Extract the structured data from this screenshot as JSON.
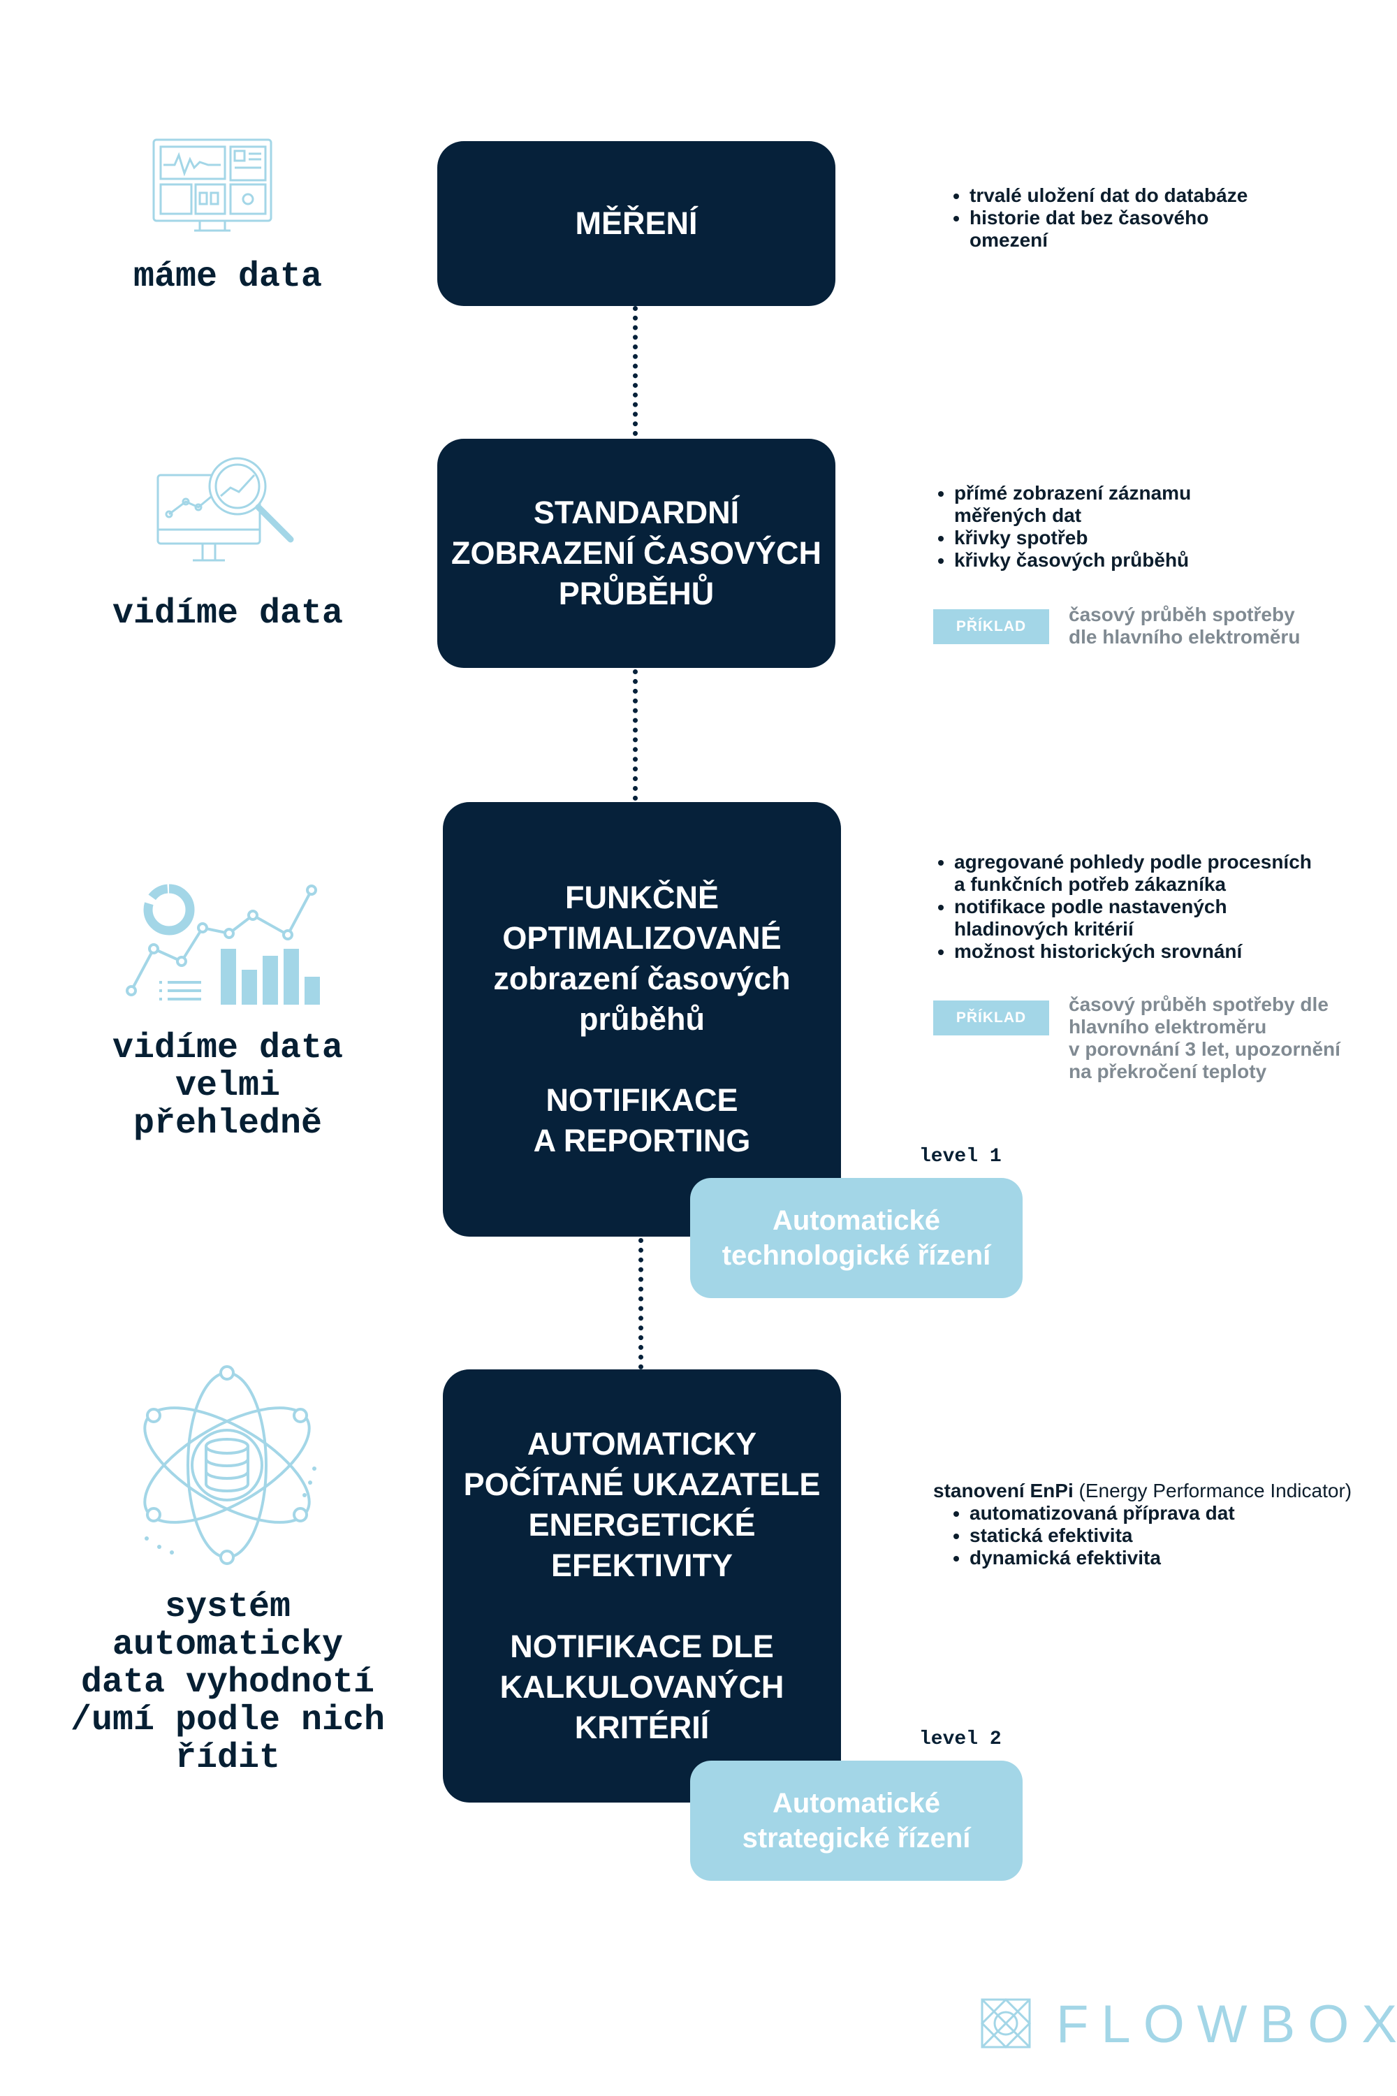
{
  "steps": [
    {
      "box_lines": [
        "MĚŘENÍ"
      ],
      "left_label": [
        "máme data"
      ],
      "bullets": [
        [
          "trvalé uložení dat do databáze"
        ],
        [
          "historie dat bez časového",
          "omezení"
        ]
      ]
    },
    {
      "box_lines": [
        "STANDARDNÍ",
        "ZOBRAZENÍ ČASOVÝCH",
        "PRŮBĚHŮ"
      ],
      "left_label": [
        "vidíme data"
      ],
      "bullets": [
        [
          "přímé zobrazení záznamu",
          "měřených dat"
        ],
        [
          "křivky spotřeb"
        ],
        [
          "křivky časových průběhů"
        ]
      ],
      "example_badge": "PŘÍKLAD",
      "example_text": [
        "časový průběh spotřeby",
        "dle hlavního elektroměru"
      ]
    },
    {
      "box_lines_a": [
        "FUNKČNĚ",
        "OPTIMALIZOVANÉ",
        "zobrazení časových",
        "průběhů"
      ],
      "box_lines_b": [
        "NOTIFIKACE",
        "A REPORTING"
      ],
      "left_label": [
        "vidíme data",
        "velmi",
        "přehledně"
      ],
      "bullets": [
        [
          "agregované pohledy podle procesních",
          "a funkčních potřeb zákazníka"
        ],
        [
          "notifikace podle nastavených",
          "hladinových kritérií"
        ],
        [
          "možnost historických srovnání"
        ]
      ],
      "example_badge": "PŘÍKLAD",
      "example_text": [
        "časový průběh spotřeby dle",
        "hlavního elektroměru",
        "v porovnání 3 let, upozornění",
        "na překročení teploty"
      ],
      "level_label": "level 1",
      "pill_lines": [
        "Automatické",
        "technologické řízení"
      ]
    },
    {
      "box_lines_a": [
        "AUTOMATICKY",
        "POČÍTANÉ UKAZATELE",
        "ENERGETICKÉ",
        "EFEKTIVITY"
      ],
      "box_lines_b": [
        "NOTIFIKACE DLE",
        "KALKULOVANÝCH",
        "KRITÉRIÍ"
      ],
      "left_label": [
        "systém",
        "automaticky",
        "data vyhodnotí",
        "/umí podle nich",
        "řídit"
      ],
      "enpi_bold": "stanovení EnPi",
      "enpi_normal": " (Energy Performance Indicator)",
      "bullets": [
        [
          "automatizovaná příprava dat"
        ],
        [
          "statická efektivita"
        ],
        [
          "dynamická efektivita"
        ]
      ],
      "level_label": "level 2",
      "pill_lines": [
        "Automatické",
        "strategické řízení"
      ]
    }
  ],
  "logo": {
    "text": "FLOWBOX"
  },
  "colors": {
    "navy": "#06213a",
    "accent": "#a3d6e7",
    "grey": "#808a92"
  }
}
